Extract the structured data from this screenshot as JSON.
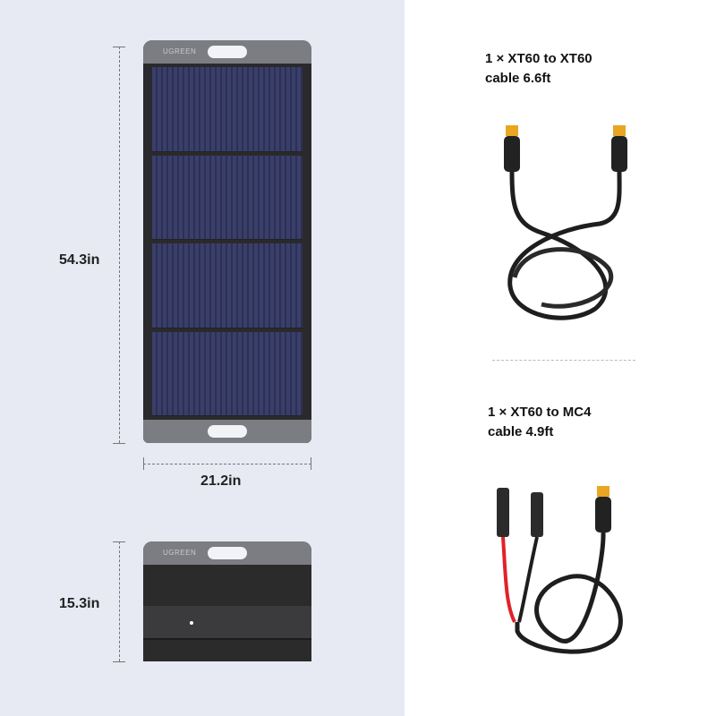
{
  "dimensions": {
    "height_open": "54.3in",
    "width": "21.2in",
    "height_folded": "15.3in"
  },
  "panel": {
    "brand": "UGREEN"
  },
  "items": [
    {
      "line1": "1 × XT60 to XT60",
      "line2": "cable 6.6ft"
    },
    {
      "line1": "1 × XT60 to MC4",
      "line2": "cable 4.9ft"
    }
  ],
  "colors": {
    "left_background": "#e7e9f3",
    "cell": "#3a3f6a",
    "frame": "#7b7d82",
    "red_wire": "#e0222a",
    "xt60": "#e8a623"
  }
}
